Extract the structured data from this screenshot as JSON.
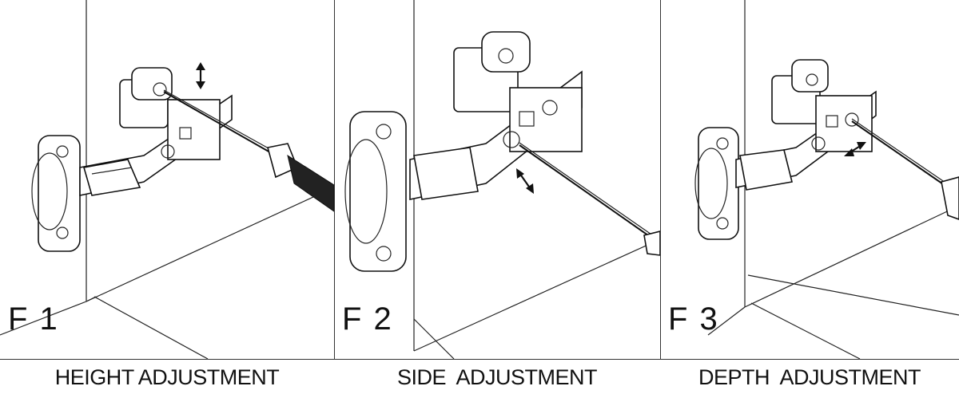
{
  "figures": [
    {
      "label": "F 1",
      "caption": "HEIGHT ADJUSTMENT",
      "arrow_icon": "vertical-double-arrow"
    },
    {
      "label": "F 2",
      "caption": "SIDE  ADJUSTMENT",
      "arrow_icon": "diagonal-double-arrow"
    },
    {
      "label": "F 3",
      "caption": "DEPTH  ADJUSTMENT",
      "arrow_icon": "diagonal-double-arrow"
    }
  ],
  "colors": {
    "line": "#222222",
    "background": "#ffffff"
  }
}
